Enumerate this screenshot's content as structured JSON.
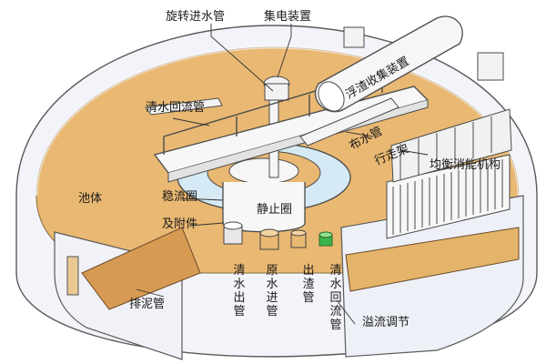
{
  "colors": {
    "water": "#e8b870",
    "water_dark": "#d09a50",
    "wall": "#f4f5fb",
    "wall_edge": "#5a5a5a",
    "steel": "#f5f5f5",
    "steel_edge": "#4a4a4a",
    "floor_blue": "#cfe6f2",
    "green_pipe": "#3cb44b"
  },
  "labels": {
    "rotating_inlet": "旋转进水管",
    "collector": "集电装置",
    "scum_device": "浮渣收集装置",
    "clear_return_top": "清水回流管",
    "distribution_pipe": "布水管",
    "walkway": "行走架",
    "balance_dissipator": "均衡消能机构",
    "tank_body": "池体",
    "stabilizer_a": "稳流圈",
    "stabilizer_b": "及附件",
    "static_ring": "静止圈",
    "clear_outlet": "清水出管",
    "raw_inlet": "原水进管",
    "scum_outlet": "出渣管",
    "clear_return_bottom": "清水回流管",
    "sludge_pipe": "排泥管",
    "overflow_adjust": "溢流调节"
  }
}
